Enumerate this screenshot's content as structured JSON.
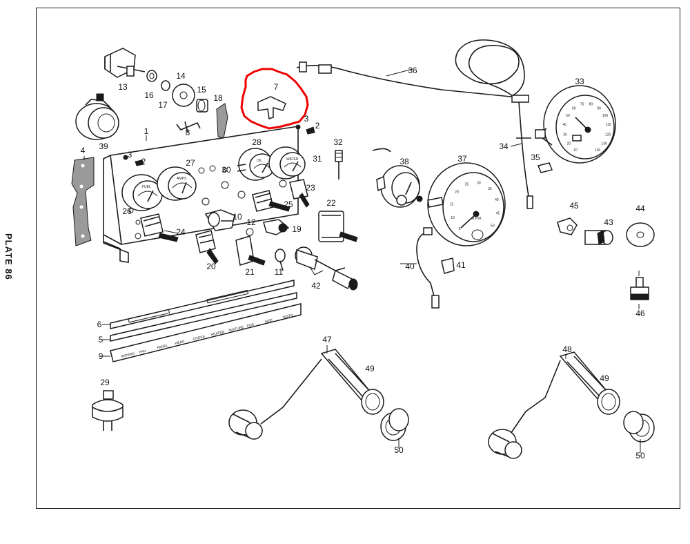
{
  "plate_label": "PLATE 86",
  "highlight_color": "#ee0000",
  "callouts": [
    {
      "id": "c1",
      "text": "1"
    },
    {
      "id": "c2a",
      "text": "2"
    },
    {
      "id": "c2b",
      "text": "2"
    },
    {
      "id": "c3a",
      "text": "3"
    },
    {
      "id": "c3b",
      "text": "3"
    },
    {
      "id": "c4",
      "text": "4"
    },
    {
      "id": "c5",
      "text": "5"
    },
    {
      "id": "c6",
      "text": "6"
    },
    {
      "id": "c7",
      "text": "7"
    },
    {
      "id": "c8",
      "text": "8"
    },
    {
      "id": "c9",
      "text": "9"
    },
    {
      "id": "c10",
      "text": "10"
    },
    {
      "id": "c11",
      "text": "11"
    },
    {
      "id": "c12",
      "text": "12"
    },
    {
      "id": "c13",
      "text": "13"
    },
    {
      "id": "c14",
      "text": "14"
    },
    {
      "id": "c15",
      "text": "15"
    },
    {
      "id": "c16",
      "text": "16"
    },
    {
      "id": "c17",
      "text": "17"
    },
    {
      "id": "c18",
      "text": "18"
    },
    {
      "id": "c19",
      "text": "19"
    },
    {
      "id": "c20",
      "text": "20"
    },
    {
      "id": "c21",
      "text": "21"
    },
    {
      "id": "c22",
      "text": "22"
    },
    {
      "id": "c23",
      "text": "23"
    },
    {
      "id": "c24",
      "text": "24"
    },
    {
      "id": "c25",
      "text": "25"
    },
    {
      "id": "c26",
      "text": "26"
    },
    {
      "id": "c27",
      "text": "27"
    },
    {
      "id": "c28",
      "text": "28"
    },
    {
      "id": "c29",
      "text": "29"
    },
    {
      "id": "c30",
      "text": "30"
    },
    {
      "id": "c31",
      "text": "31"
    },
    {
      "id": "c32",
      "text": "32"
    },
    {
      "id": "c33",
      "text": "33"
    },
    {
      "id": "c34",
      "text": "34"
    },
    {
      "id": "c35",
      "text": "35"
    },
    {
      "id": "c36",
      "text": "36"
    },
    {
      "id": "c37",
      "text": "37"
    },
    {
      "id": "c38",
      "text": "38"
    },
    {
      "id": "c39",
      "text": "39"
    },
    {
      "id": "c40",
      "text": "40"
    },
    {
      "id": "c41",
      "text": "41"
    },
    {
      "id": "c42",
      "text": "42"
    },
    {
      "id": "c43",
      "text": "43"
    },
    {
      "id": "c44",
      "text": "44"
    },
    {
      "id": "c45",
      "text": "45"
    },
    {
      "id": "c46",
      "text": "46"
    },
    {
      "id": "c47",
      "text": "47"
    },
    {
      "id": "c48",
      "text": "48"
    },
    {
      "id": "c49a",
      "text": "49"
    },
    {
      "id": "c49b",
      "text": "49"
    },
    {
      "id": "c50a",
      "text": "50"
    },
    {
      "id": "c50b",
      "text": "50"
    }
  ],
  "tachometer": {
    "label": "R.P.M.",
    "scale": [
      "5",
      "10",
      "15",
      "20",
      "25",
      "30",
      "35",
      "40",
      "45",
      "50"
    ]
  },
  "speedometer": {
    "scale": [
      "10",
      "20",
      "30",
      "40",
      "50",
      "60",
      "70",
      "80",
      "90",
      "100",
      "110",
      "120",
      "130",
      "140"
    ]
  },
  "gauges": {
    "fuel": "FUEL",
    "oil": "OIL",
    "water": "WATER",
    "ammeter": "AMPS"
  },
  "strip_labels": [
    "WIPERS",
    "FAN",
    "PANEL",
    "HEAD",
    "CHOKE",
    "HEATER",
    "MIXTURE",
    "FOG",
    "SIDE",
    "INSTR"
  ]
}
